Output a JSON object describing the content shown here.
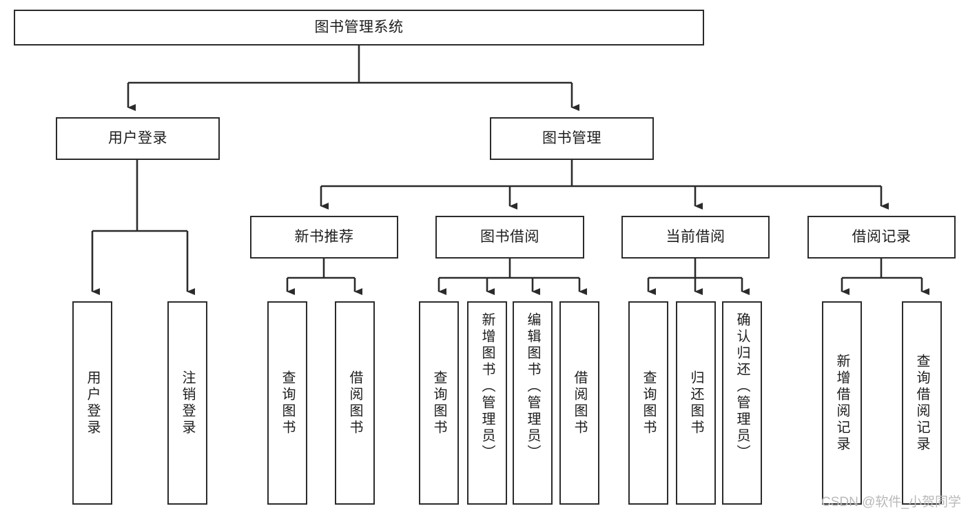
{
  "diagram": {
    "title": "图书管理系统",
    "type": "tree",
    "orientation": "top-down",
    "colors": {
      "box_border": "#2b2b2b",
      "box_fill": "#ffffff",
      "edge": "#2b2b2b",
      "text": "#1d1d1d",
      "watermark": "#b9b9b9",
      "background": "#ffffff"
    }
  },
  "watermark": {
    "text": "CSDN @软件_小贺同学"
  },
  "nodes": {
    "root": {
      "label": "图书管理系统",
      "level": 1,
      "orientation": "horizontal"
    },
    "l2": [
      {
        "id": "user-login",
        "label": "用户登录",
        "level": 2,
        "orientation": "horizontal"
      },
      {
        "id": "book-manage",
        "label": "图书管理",
        "level": 2,
        "orientation": "horizontal"
      }
    ],
    "l3": [
      {
        "id": "new-book-recommend",
        "label": "新书推荐",
        "level": 3,
        "orientation": "horizontal",
        "parent": "book-manage"
      },
      {
        "id": "book-borrow",
        "label": "图书借阅",
        "level": 3,
        "orientation": "horizontal",
        "parent": "book-manage"
      },
      {
        "id": "current-borrow",
        "label": "当前借阅",
        "level": 3,
        "orientation": "horizontal",
        "parent": "book-manage"
      },
      {
        "id": "borrow-record",
        "label": "借阅记录",
        "level": 3,
        "orientation": "horizontal",
        "parent": "book-manage"
      }
    ],
    "leaves": [
      {
        "id": "leaf-user-login",
        "label": "用户登录",
        "parent": "user-login",
        "orientation": "vertical"
      },
      {
        "id": "leaf-logout",
        "label": "注销登录",
        "parent": "user-login",
        "orientation": "vertical"
      },
      {
        "id": "leaf-query-book-1",
        "label": "查询图书",
        "parent": "new-book-recommend",
        "orientation": "vertical"
      },
      {
        "id": "leaf-borrow-book-1",
        "label": "借阅图书",
        "parent": "new-book-recommend",
        "orientation": "vertical"
      },
      {
        "id": "leaf-query-book-2",
        "label": "查询图书",
        "parent": "book-borrow",
        "orientation": "vertical"
      },
      {
        "id": "leaf-add-book",
        "label": "新增图书（管理员）",
        "parent": "book-borrow",
        "orientation": "vertical"
      },
      {
        "id": "leaf-edit-book",
        "label": "编辑图书（管理员）",
        "parent": "book-borrow",
        "orientation": "vertical"
      },
      {
        "id": "leaf-borrow-book-2",
        "label": "借阅图书",
        "parent": "book-borrow",
        "orientation": "vertical"
      },
      {
        "id": "leaf-query-book-3",
        "label": "查询图书",
        "parent": "current-borrow",
        "orientation": "vertical"
      },
      {
        "id": "leaf-return-book",
        "label": "归还图书",
        "parent": "current-borrow",
        "orientation": "vertical"
      },
      {
        "id": "leaf-confirm-return",
        "label": "确认归还（管理员）",
        "parent": "current-borrow",
        "orientation": "vertical"
      },
      {
        "id": "leaf-add-record",
        "label": "新增借阅记录",
        "parent": "borrow-record",
        "orientation": "vertical"
      },
      {
        "id": "leaf-query-record",
        "label": "查询借阅记录",
        "parent": "borrow-record",
        "orientation": "vertical"
      }
    ]
  }
}
